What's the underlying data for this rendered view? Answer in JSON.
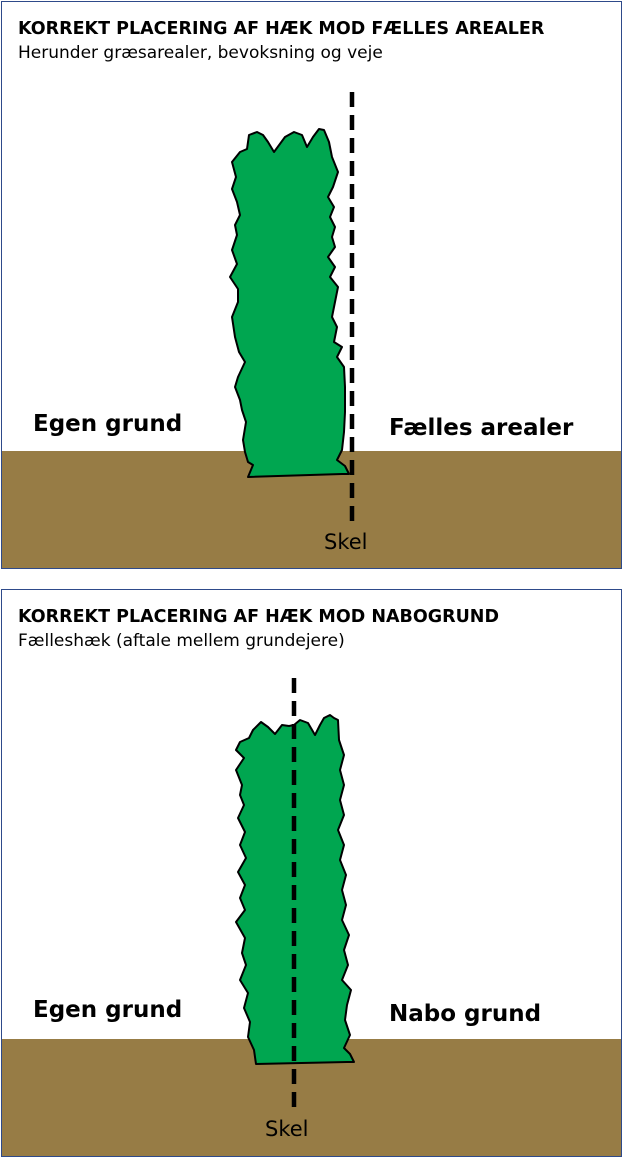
{
  "colors": {
    "ground": "#977c45",
    "hedge": "#00a650",
    "hedge_outline": "#000000",
    "boundary_line": "#000000",
    "panel_border": "#2e4a8a"
  },
  "panels": [
    {
      "title": "KORREKT PLACERING AF HÆK MOD FÆLLES AREALER",
      "subtitle": "Herunder græsarealer, bevoksning og veje",
      "left_label": "Egen grund",
      "right_label": "Fælles arealer",
      "boundary_label": "Skel",
      "hedge_icon": "hedge-icon"
    },
    {
      "title": "KORREKT PLACERING AF HÆK MOD NABOGRUND",
      "subtitle": "Fælleshæk (aftale mellem grundejere)",
      "left_label": "Egen grund",
      "right_label": "Nabo grund",
      "boundary_label": "Skel",
      "hedge_icon": "hedge-icon"
    }
  ]
}
